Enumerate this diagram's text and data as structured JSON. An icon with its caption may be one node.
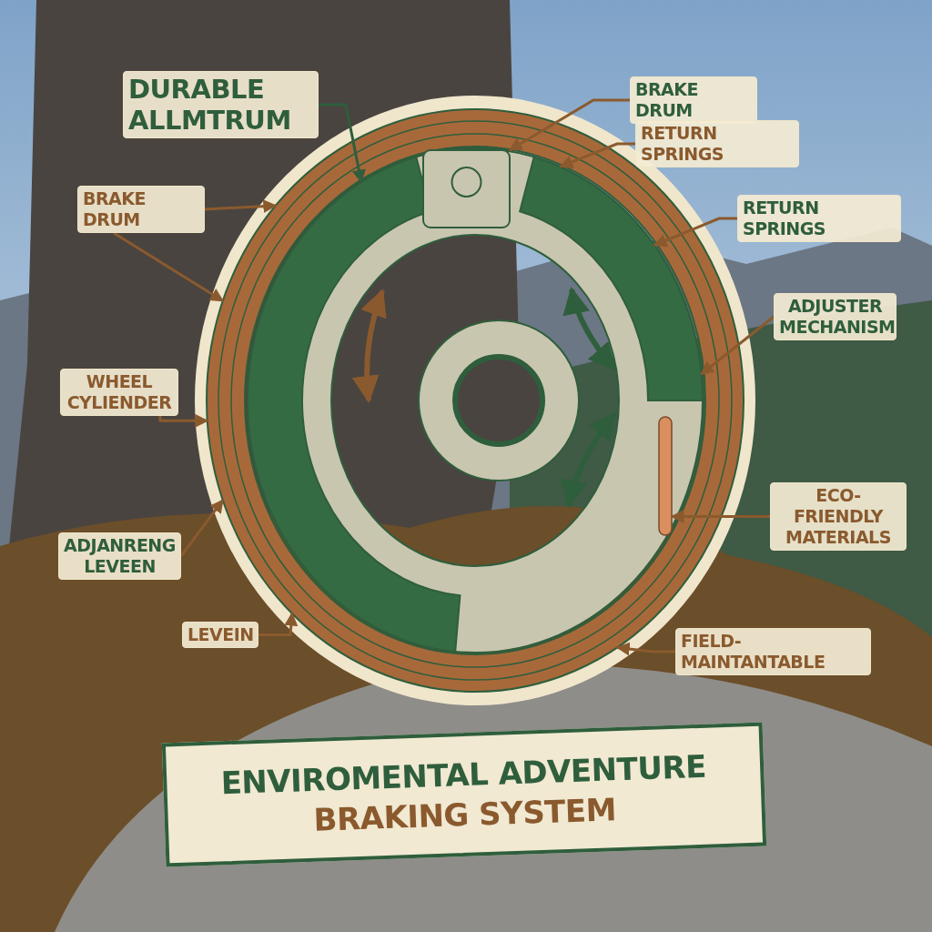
{
  "diagram": {
    "title": "ENVIROMENTAL ADVENTURE **BRAKING SYSTEM**",
    "nodes": [
      {
        "text": [
          "DURABLE ALLMTRUM"
        ]
      },
      {
        "text": [
          "BRAKE DRUM"
        ]
      },
      {
        "text": [
          "RETURN SPRINGS"
        ]
      },
      {
        "text": [
          "BRAKE DRUM"
        ]
      },
      {
        "text": [
          "RETURN SPRINGS"
        ]
      },
      {
        "text": [
          "ADJUSTER MECHANISM"
        ]
      },
      {
        "text": [
          "WHEEL CYLIENDER"
        ]
      },
      {
        "text": [
          "ECO-FRIENDLY MATERIALS"
        ]
      },
      {
        "text": [
          "ADJANRENG LEVEEN"
        ]
      },
      {
        "text": [
          "LEVEIN"
        ]
      },
      {
        "text": [
          "FIELD-MAINTANTABLE"
        ]
      },
      {
        "text": [],
        "shape": "circle"
      },
      {
        "text": [],
        "shape": "picture",
        "in": 11
      },
      {
        "text": [],
        "shape": "box",
        "in": 11
      },
      {
        "text": [],
        "shape": "picture",
        "in": 11
      },
      {
        "text": [],
        "shape": "bar",
        "in": 11
      }
    ],
    "edges": [
      {
        "from": 0,
        "to": 12,
        "arrow": "to",
        "color": "#2f5e3c"
      },
      {
        "from": 1,
        "to": 13,
        "arrow": "to"
      },
      {
        "from": 2,
        "to": 14,
        "arrow": "to"
      },
      {
        "from": 3,
        "to": 11,
        "arrow": "to"
      },
      {
        "from": 3,
        "to": 11,
        "arrow": "to"
      },
      {
        "from": 4,
        "to": 14,
        "arrow": "to"
      },
      {
        "from": 5,
        "to": 14,
        "arrow": "to"
      },
      {
        "from": 6,
        "to": 11,
        "arrow": "to"
      },
      {
        "from": 7,
        "to": 15,
        "arrow": "to"
      },
      {
        "from": 8,
        "to": 11,
        "arrow": "to"
      },
      {
        "from": 9,
        "to": 11,
        "arrow": "to"
      },
      {
        "from": 10,
        "to": 11,
        "arrow": "to"
      }
    ]
  }
}
